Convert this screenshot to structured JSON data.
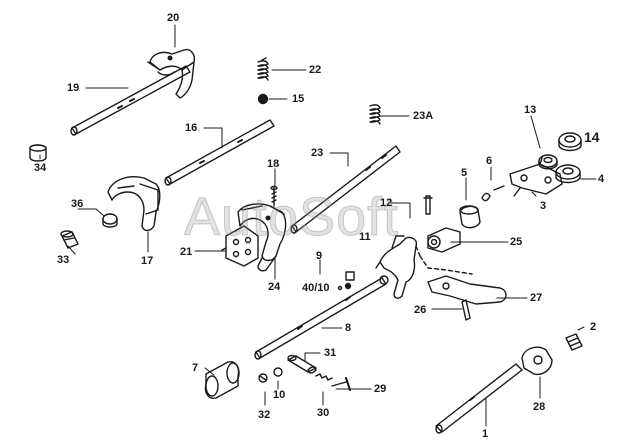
{
  "diagram": {
    "watermark": "AutoSoft",
    "colors": {
      "ink": "#1a1a1a",
      "paper": "#ffffff",
      "watermark": "#969696"
    },
    "callouts": {
      "c1": "1",
      "c2": "2",
      "c3": "3",
      "c4": "4",
      "c5": "5",
      "c6": "6",
      "c7": "7",
      "c8": "8",
      "c9": "9",
      "c10": "10",
      "c11": "11",
      "c12": "12",
      "c13": "13",
      "c14": "14",
      "c15": "15",
      "c16": "16",
      "c17": "17",
      "c18": "18",
      "c19": "19",
      "c20": "20",
      "c21": "21",
      "c22": "22",
      "c23": "23",
      "c23a": "23A",
      "c24": "24",
      "c25": "25",
      "c26": "26",
      "c27": "27",
      "c28": "28",
      "c29": "29",
      "c30": "30",
      "c31": "31",
      "c32": "32",
      "c33": "33",
      "c34": "34",
      "c36": "36",
      "c40_10": "40/10"
    }
  }
}
